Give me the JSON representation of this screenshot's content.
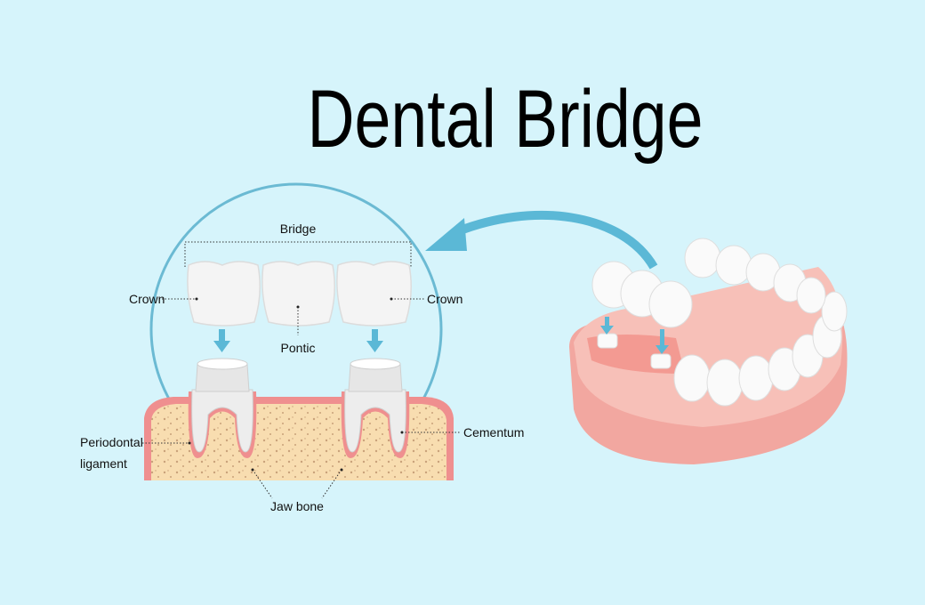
{
  "title": "Dental Bridge",
  "labels": {
    "bridge": "Bridge",
    "crown_left": "Crown",
    "crown_right": "Crown",
    "pontic": "Pontic",
    "periodontal_line1": "Periodontal",
    "periodontal_line2": "ligament",
    "cementum": "Cementum",
    "jaw_bone": "Jaw bone"
  },
  "colors": {
    "background": "#d6f4fb",
    "circle": "#6bbad3",
    "arrow": "#5bb8d6",
    "gum": "#ef8f8f",
    "bone": "#f8ddb0",
    "tooth": "#f4f4f4"
  }
}
